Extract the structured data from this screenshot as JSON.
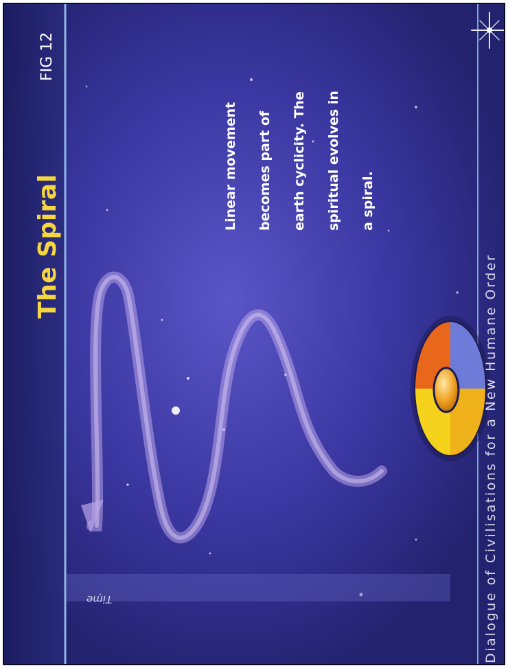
{
  "title": "The Spiral",
  "figure_label": "FIG 12",
  "body_lines": [
    "Linear movement",
    "becomes part of",
    "earth cyclicity. The",
    "spiritual  evolves in",
    "a spiral."
  ],
  "axis_label": "Time",
  "footer": "Dialogue of Civilisations for a New Humane Order",
  "colors": {
    "background": "#2c2b82",
    "title": "#f5d640",
    "spiral": "#b9a4e8",
    "wheel_quadrants": [
      "#e8671a",
      "#f5d21c",
      "#f0b21a",
      "#6f7bd8"
    ]
  },
  "icons": [
    "spiral-arrow-graphic",
    "cycle-wheel-graphic",
    "starburst-icon"
  ]
}
